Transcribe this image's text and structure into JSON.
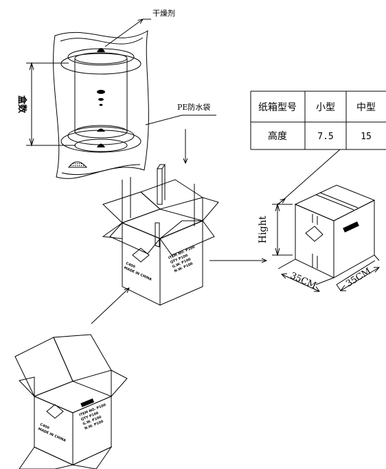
{
  "labels": {
    "desiccant": "干燥剂",
    "quantity_vertical": "盒数",
    "pe_bag": "PE防水袋",
    "height_label": "Hight",
    "dim_left": "35CM",
    "dim_right": "35CM"
  },
  "table": {
    "headers": [
      "纸箱型号",
      "小型",
      "中型"
    ],
    "row_label": "高度",
    "row_values": [
      "7.5",
      "15"
    ]
  },
  "box_marks": {
    "code": "C400",
    "made_in": "MADE IN CHINA",
    "spec_lines": [
      "ITEM NO.  P100",
      "QTY      P100",
      "G.W.     P100",
      "N.W.     P100"
    ]
  }
}
